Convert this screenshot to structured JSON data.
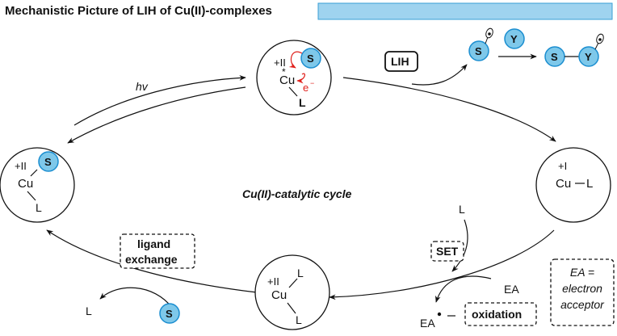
{
  "header": {
    "title": "Mechanistic Picture of LIH of Cu(II)-complexes",
    "accent_bar_color": "#9fd3ef"
  },
  "colors": {
    "ball_fill": "#7ec8ea",
    "ball_stroke": "#1b8ed0",
    "red": "#e0201b"
  },
  "cycle": {
    "center_label": "Cu(II)-catalytic cycle",
    "hv_label": "hv",
    "top_complex": {
      "ox": "+II",
      "star": "*",
      "metal": "Cu",
      "ligand": "L",
      "substrate": "S",
      "electron": "e",
      "electron_sup": "−"
    },
    "left_complex": {
      "ox": "+II",
      "metal": "Cu",
      "ligand": "L",
      "substrate": "S"
    },
    "right_complex": {
      "ox": "+I",
      "metal": "Cu",
      "ligand": "L"
    },
    "bottom_complex": {
      "ox": "+II",
      "metal": "Cu",
      "ligand_top": "L",
      "ligand_bottom": "L"
    }
  },
  "lih": {
    "box_label": "LIH",
    "radical_S": "S",
    "reagent_Y": "Y",
    "product_S": "S",
    "product_Y": "Y"
  },
  "set": {
    "box_label": "SET",
    "incoming_L": "L",
    "EA": "EA",
    "EA_radical": "EA",
    "oxidation_label": "oxidation"
  },
  "ligand_exchange": {
    "line1": "ligand",
    "line2": "exchange",
    "released_L": "L",
    "incoming_S": "S"
  },
  "legend": {
    "line1": "EA =",
    "line2": "electron",
    "line3": "acceptor"
  }
}
